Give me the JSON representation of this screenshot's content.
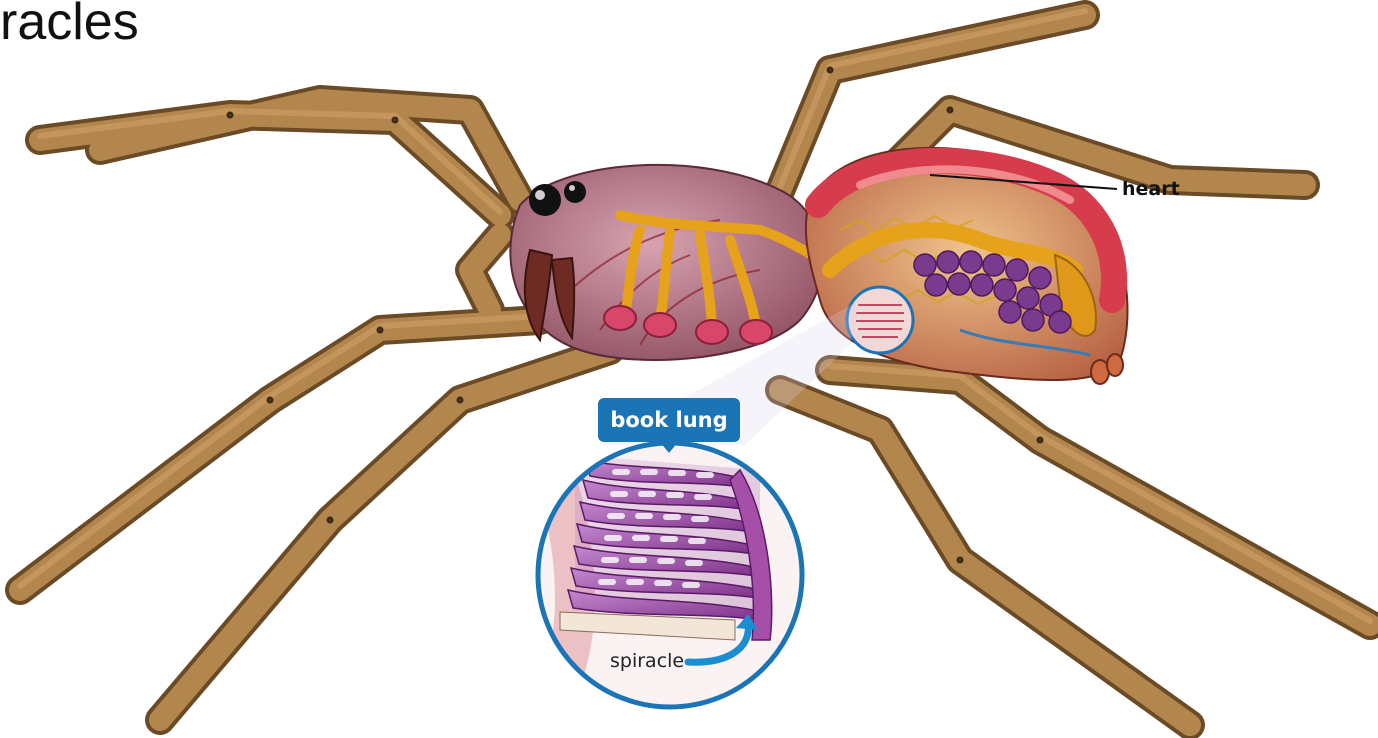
{
  "header": {
    "title_fragment": "racles"
  },
  "labels": {
    "heart": "heart",
    "book_lung_badge": "book lung",
    "spiracle": "spiracle"
  },
  "colors": {
    "background": "#ffffff",
    "leg_tan": "#a57a45",
    "leg_shadow": "#6b4a26",
    "cephalothorax": "#b27a88",
    "abdomen_cut": "#c43a4a",
    "heart_red": "#d73c4c",
    "gut_yellow": "#e7ac1c",
    "egg_purple": "#7a3a8e",
    "badge_blue": "#1b74b6",
    "lung_purple": "#9b4aa1"
  },
  "icons": [
    "spider-illustration",
    "book-lung-magnifier",
    "spiracle-arrow-icon"
  ]
}
